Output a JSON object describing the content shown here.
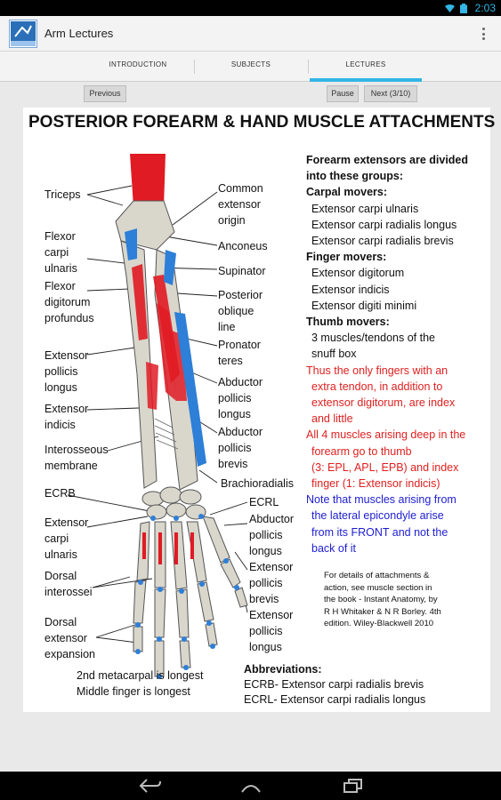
{
  "status": {
    "time": "2:03"
  },
  "app": {
    "title": "Arm Lectures"
  },
  "tabs": [
    {
      "label": "INTRODUCTION"
    },
    {
      "label": "SUBJECTS"
    },
    {
      "label": "LECTURES"
    }
  ],
  "nav": {
    "previous": "Previous",
    "pause": "Pause",
    "next": "Next (3/10)"
  },
  "slide": {
    "title": "POSTERIOR FOREARM & HAND MUSCLE ATTACHMENTS",
    "left_labels": {
      "triceps": "Triceps",
      "fcu": [
        "Flexor",
        "carpi",
        "ulnaris"
      ],
      "fdp": [
        "Flexor",
        "digitorum",
        "profundus"
      ],
      "epl": [
        "Extensor",
        "pollicis",
        "longus"
      ],
      "ei": [
        "Extensor",
        "indicis"
      ],
      "interosseous": [
        "Interosseous",
        "membrane"
      ],
      "ecrb": "ECRB",
      "ecu": [
        "Extensor",
        "carpi",
        "ulnaris"
      ],
      "dorsal_interossei": [
        "Dorsal",
        "interossei"
      ],
      "dorsal_expansion": [
        "Dorsal",
        "extensor",
        "expansion"
      ]
    },
    "right_labels": {
      "common_extensor": [
        "Common",
        "extensor",
        "origin"
      ],
      "anconeus": "Anconeus",
      "supinator": "Supinator",
      "posterior_oblique": [
        "Posterior",
        "oblique",
        "line"
      ],
      "pronator_teres": [
        "Pronator",
        "teres"
      ],
      "apl": [
        "Abductor",
        "pollicis",
        "longus"
      ],
      "apb": [
        "Abductor",
        "pollicis",
        "brevis"
      ],
      "brachioradialis": "Brachioradialis",
      "ecrl": "ECRL",
      "apl2": [
        "Abductor",
        "pollicis",
        "longus"
      ],
      "epb": [
        "Extensor",
        "pollicis",
        "brevis"
      ],
      "epl2": [
        "Extensor",
        "pollicis",
        "longus"
      ]
    },
    "notes": {
      "intro1": "Forearm extensors are divided",
      "intro2": "into these groups:",
      "carpal_title": "Carpal movers:",
      "carpal": [
        "Extensor carpi ulnaris",
        "Extensor carpi radialis longus",
        "Extensor carpi radialis brevis"
      ],
      "finger_title": "Finger movers:",
      "finger": [
        "Extensor digitorum",
        "Extensor indicis",
        "Extensor digiti minimi"
      ],
      "thumb_title": "Thumb movers:",
      "thumb": [
        "3 muscles/tendons of the",
        "snuff box"
      ],
      "red1": [
        "Thus the only fingers with an",
        "extra tendon, in addition to",
        "extensor digitorum, are index",
        "and little"
      ],
      "red2": [
        "All 4 muscles arising deep in the",
        "forearm go to thumb",
        "(3: EPL, APL, EPB) and index",
        "finger (1: Extensor indicis)"
      ],
      "blue": [
        "Note that muscles arising from",
        "the lateral epicondyle arise",
        "from its FRONT and not the",
        "back of it"
      ]
    },
    "reference": [
      "For details of attachments &",
      "action,  see muscle section in",
      "the book - Instant Anatomy, by",
      "R H Whitaker & N R Borley. 4th",
      "edition. Wiley-Blackwell 2010"
    ],
    "abbr_title": "Abbreviations:",
    "abbr": [
      "ECRB- Extensor carpi radialis brevis",
      "ECRL- Extensor carpi radialis longus"
    ],
    "bottom": [
      "2nd metacarpal is longest",
      "Middle finger is longest"
    ]
  },
  "colors": {
    "accent": "#33b5e5",
    "red_text": "#e02020",
    "blue_text": "#1d1dd1",
    "muscle_red": "#e01b24",
    "tendon_blue": "#2d7fd8"
  }
}
